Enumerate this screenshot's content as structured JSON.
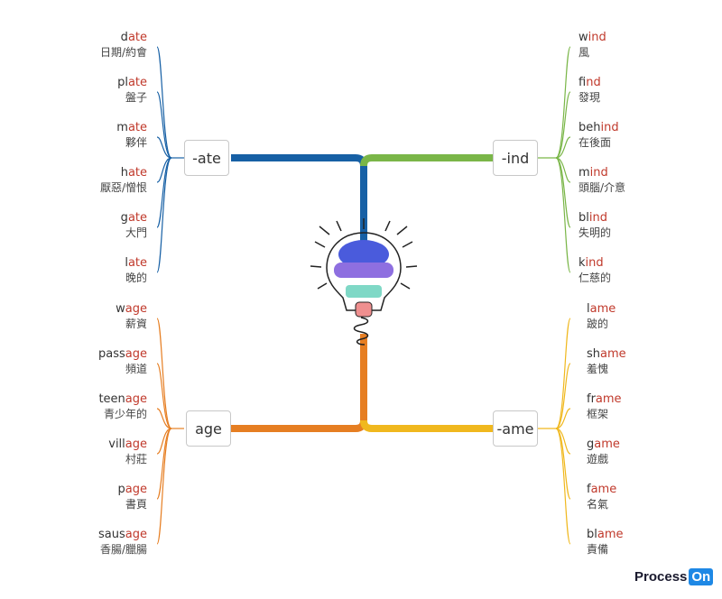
{
  "branches": [
    {
      "id": "ate",
      "label": "-ate",
      "color": "#1760a5",
      "items": [
        {
          "prefix": "d",
          "suffix": "ate",
          "meaning": "日期/約會"
        },
        {
          "prefix": "pl",
          "suffix": "ate",
          "meaning": "盤子"
        },
        {
          "prefix": "m",
          "suffix": "ate",
          "meaning": "夥伴"
        },
        {
          "prefix": "h",
          "suffix": "ate",
          "meaning": "厭惡/憎恨"
        },
        {
          "prefix": "g",
          "suffix": "ate",
          "meaning": "大門"
        },
        {
          "prefix": "l",
          "suffix": "ate",
          "meaning": "晚的"
        }
      ]
    },
    {
      "id": "ind",
      "label": "-ind",
      "color": "#7ab648",
      "items": [
        {
          "prefix": "w",
          "suffix": "ind",
          "meaning": "風"
        },
        {
          "prefix": "f",
          "suffix": "ind",
          "meaning": "發現"
        },
        {
          "prefix": "beh",
          "suffix": "ind",
          "meaning": "在後面"
        },
        {
          "prefix": "m",
          "suffix": "ind",
          "meaning": "頭腦/介意"
        },
        {
          "prefix": "bl",
          "suffix": "ind",
          "meaning": "失明的"
        },
        {
          "prefix": "k",
          "suffix": "ind",
          "meaning": "仁慈的"
        }
      ]
    },
    {
      "id": "age",
      "label": "age",
      "color": "#e67e22",
      "items": [
        {
          "prefix": "w",
          "suffix": "age",
          "meaning": "薪資"
        },
        {
          "prefix": "pass",
          "suffix": "age",
          "meaning": "頻道"
        },
        {
          "prefix": "teen",
          "suffix": "age",
          "meaning": "青少年的"
        },
        {
          "prefix": "vill",
          "suffix": "age",
          "meaning": "村莊"
        },
        {
          "prefix": "p",
          "suffix": "age",
          "meaning": "書頁"
        },
        {
          "prefix": "saus",
          "suffix": "age",
          "meaning": "香腸/臘腸"
        }
      ]
    },
    {
      "id": "ame",
      "label": "-ame",
      "color": "#f0b81e",
      "items": [
        {
          "prefix": "l",
          "suffix": "ame",
          "meaning": "跛的"
        },
        {
          "prefix": "sh",
          "suffix": "ame",
          "meaning": "羞愧"
        },
        {
          "prefix": "fr",
          "suffix": "ame",
          "meaning": "框架"
        },
        {
          "prefix": "g",
          "suffix": "ame",
          "meaning": "遊戲"
        },
        {
          "prefix": "f",
          "suffix": "ame",
          "meaning": "名氣"
        },
        {
          "prefix": "bl",
          "suffix": "ame",
          "meaning": "責備"
        }
      ]
    }
  ],
  "center_icon": "lightbulb-icon",
  "suffix_color": "#c0392b",
  "watermark": {
    "text": "Process",
    "badge": "On"
  }
}
